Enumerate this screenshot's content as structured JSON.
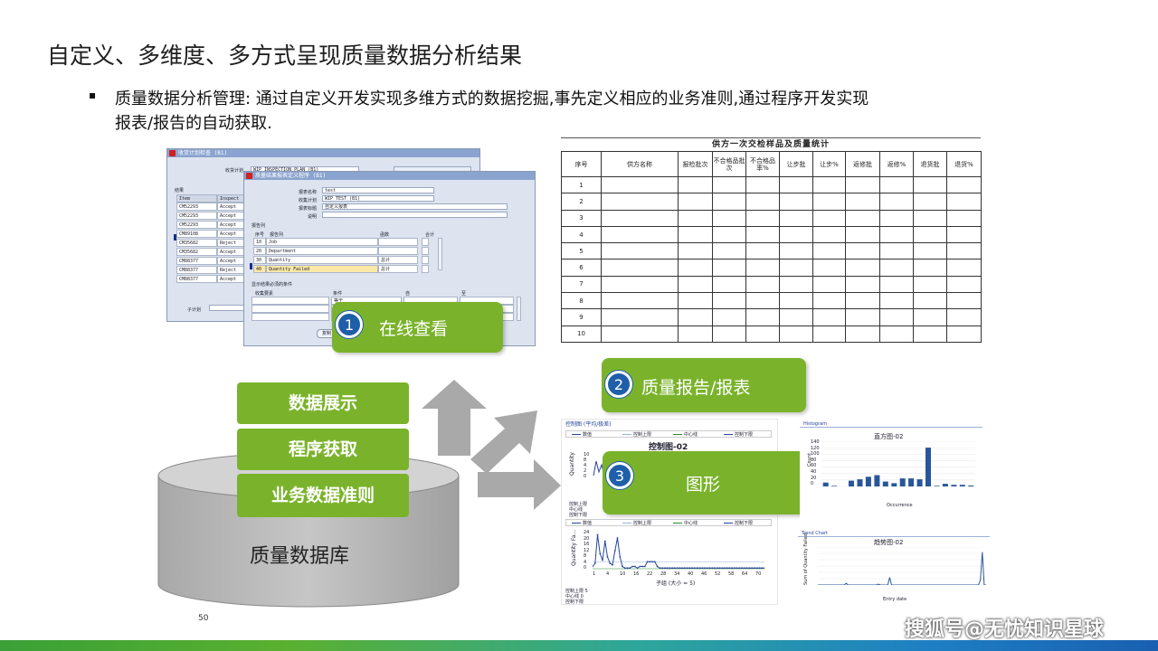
{
  "slide": {
    "title": "自定义、多维度、多方式呈现质量数据分析结果",
    "bullet_symbol": "▪",
    "bullet_text": "质量数据分析管理: 通过自定义开发实现多维方式的数据挖掘,事先定义相应的业务准则,通过程序开发实现报表/报告的自动获取.",
    "page_number": "50",
    "watermark": "搜狐号@无忧知识星球"
  },
  "layers": {
    "display": "数据展示",
    "fetch": "程序获取",
    "rules": "业务数据准则",
    "database": "质量数据库"
  },
  "callouts": {
    "online": {
      "num": "1",
      "label": "在线查看"
    },
    "report": {
      "num": "2",
      "label": "质量报告/报表"
    },
    "graph": {
      "num": "3",
      "label": "图形"
    }
  },
  "oracle_form": {
    "back_title": "收货计划检查 (B1)",
    "front_title": "质量结果报表定义程序 (B1)",
    "back_plan_label": "收货计划",
    "back_plan_value": "WIP INSPECTION PLAN (B1)",
    "results_label": "结果",
    "col_item": "Item",
    "col_inspect": "Inspect",
    "items": [
      {
        "item": "CM52293",
        "inspect": "Accept"
      },
      {
        "item": "CM52293",
        "inspect": "Accept"
      },
      {
        "item": "CM52293",
        "inspect": "Accept"
      },
      {
        "item": "CM89108",
        "inspect": "Accept"
      },
      {
        "item": "CM35682",
        "inspect": "Reject"
      },
      {
        "item": "CM35682",
        "inspect": "Accept"
      },
      {
        "item": "CM88377",
        "inspect": "Accept"
      },
      {
        "item": "CM88377",
        "inspect": "Reject"
      },
      {
        "item": "CM88377",
        "inspect": "Accept"
      }
    ],
    "sub_plan_label": "子计划",
    "report_name_label": "报表名称",
    "report_name_value": "test",
    "collection_plan_label": "收集计划",
    "collection_plan_value": "WIP TEST (B1)",
    "report_title_label": "报表标题",
    "report_title_value": "自定义报表",
    "desc_label": "说明",
    "columns_label": "报告列",
    "seq_label": "序号",
    "report_col_label": "报告列",
    "func_label": "函数",
    "total_label": "合计",
    "columns": [
      {
        "seq": "10",
        "name": "Job",
        "func": ""
      },
      {
        "seq": "20",
        "name": "Department",
        "func": ""
      },
      {
        "seq": "30",
        "name": "Quantity",
        "func": "总计"
      },
      {
        "seq": "40",
        "name": "Quantity Failed",
        "func": "总计"
      }
    ],
    "criteria_label": "显示结果必须的条件",
    "collect_element_label": "收集要素",
    "condition_label": "条件",
    "from_label": "自",
    "to_label": "至",
    "condition_value": "等于",
    "copy_button": "复制"
  },
  "supplier_table": {
    "title": "供方一次交检样品及质量统计",
    "headers": [
      "序号",
      "供方名称",
      "报检批次",
      "不合格品批次",
      "不合格品率%",
      "让步批",
      "让步%",
      "返修批",
      "返修%",
      "退货批",
      "退货%"
    ],
    "rows": [
      "1",
      "2",
      "3",
      "4",
      "5",
      "6",
      "7",
      "8",
      "9",
      "10"
    ]
  },
  "control_chart": {
    "header": "控制图 (平均/极差)",
    "legend": [
      "数值",
      "控制上限",
      "中心线",
      "控制下限"
    ],
    "title": "控制图-02",
    "ylabel": "Quantity",
    "left_labels": [
      "控制上限",
      "中心线",
      "控制下限"
    ],
    "lower_ylabel": "Quantity Fa...",
    "lower_xlabel": "子组 (大小 = 5)",
    "lower_left": [
      "控制上限 5",
      "中心线 0",
      "控制下限"
    ],
    "lower_yticks": [
      "24",
      "20",
      "16",
      "12",
      "8",
      "4",
      "0"
    ],
    "lower_xticks": [
      "1",
      "4",
      "10",
      "16",
      "22",
      "28",
      "34",
      "40",
      "46",
      "52",
      "58",
      "64",
      "70"
    ],
    "upper_yticks": [
      "10",
      "8",
      "4",
      "2",
      "0"
    ]
  },
  "histogram": {
    "header": "Histogram",
    "title": "直方图-02",
    "xlabel": "Occurrence",
    "ylabel": "Count",
    "yticks": [
      "140",
      "120",
      "100",
      "80",
      "60",
      "40",
      "20",
      "0"
    ]
  },
  "trend_chart": {
    "header": "Trend Chart",
    "title": "趋势图-02",
    "xlabel": "Entry date",
    "ylabel": "Sum of Quantity Failed"
  },
  "chart_data": [
    {
      "type": "bar",
      "title": "直方图-02",
      "xlabel": "Occurrence",
      "ylabel": "Count",
      "ylim": [
        0,
        140
      ],
      "values": [
        12,
        2,
        0,
        18,
        22,
        30,
        35,
        15,
        10,
        25,
        25,
        22,
        120,
        2,
        8,
        5,
        5,
        3
      ]
    },
    {
      "type": "line",
      "title": "趋势图-02",
      "xlabel": "Entry date",
      "ylabel": "Sum of Quantity Failed",
      "ylim": [
        0,
        900
      ],
      "values": [
        0,
        0,
        0,
        0,
        0,
        0,
        0,
        0,
        0,
        0,
        0,
        0,
        0,
        0,
        0,
        40,
        0,
        0,
        0,
        0,
        0,
        0,
        0,
        0,
        0,
        0,
        0,
        0,
        0,
        0,
        0,
        0,
        20,
        0,
        0,
        0,
        0,
        0,
        180,
        0,
        0,
        0,
        0,
        0,
        0,
        0,
        0,
        0,
        0,
        0,
        0,
        0,
        0,
        0,
        0,
        0,
        0,
        0,
        0,
        0,
        0,
        0,
        0,
        0,
        0,
        0,
        0,
        0,
        0,
        0,
        0,
        0,
        0,
        0,
        0,
        0,
        0,
        0,
        0,
        0,
        0,
        0,
        0,
        0,
        0,
        0,
        120,
        780,
        0,
        0
      ]
    },
    {
      "type": "line",
      "title": "控制图-02",
      "ylabel": "Quantity Fa...",
      "xlabel": "子组 (大小 = 5)",
      "ylim": [
        0,
        24
      ],
      "values": [
        2,
        4,
        22,
        10,
        6,
        18,
        8,
        4,
        3,
        12,
        20,
        8,
        2,
        1,
        1,
        1,
        2,
        2,
        1,
        2,
        2,
        2,
        5,
        5,
        5,
        5,
        2,
        1,
        1,
        1,
        1,
        1,
        1,
        1,
        1,
        1,
        1,
        1,
        1,
        1,
        1,
        1,
        1,
        1,
        1,
        1,
        1,
        1,
        1,
        1,
        1,
        1,
        1,
        1,
        1,
        1,
        1,
        1,
        1,
        1,
        1,
        1,
        1,
        1,
        1,
        1,
        1,
        1,
        1,
        1
      ]
    }
  ]
}
